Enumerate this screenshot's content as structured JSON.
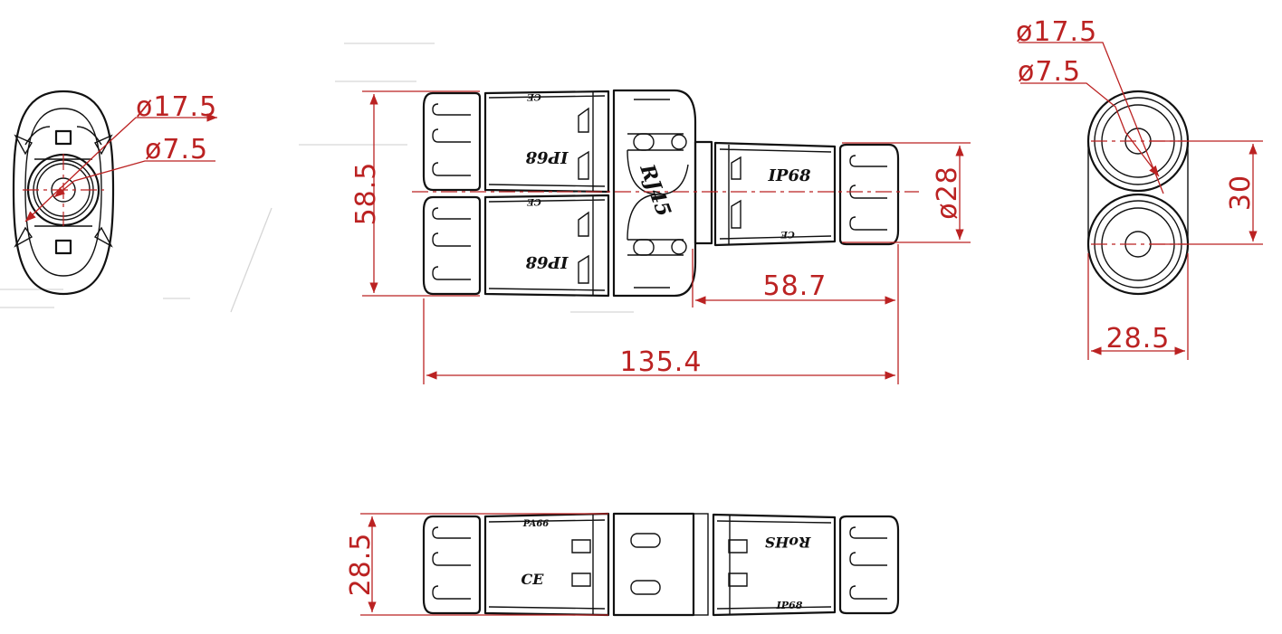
{
  "drawing": {
    "left_view": {
      "dia_outer": "ø17.5",
      "dia_inner": "ø7.5"
    },
    "right_view": {
      "dia_outer": "ø17.5",
      "dia_inner": "ø7.5",
      "pitch": "30",
      "width": "28.5"
    },
    "front_view": {
      "height": "58.5",
      "branch_dia": "ø28",
      "branch_length": "58.7",
      "overall_length": "135.4"
    },
    "bottom_view": {
      "height": "28.5"
    },
    "markings": {
      "ip_rating": "IP68",
      "connector_type": "RJ45",
      "ce": "CE",
      "rohs": "RoHS",
      "pa66": "PA66"
    },
    "colors": {
      "outline": "#111111",
      "dimension": "#bb2222",
      "ghost": "#d6d6d6"
    }
  }
}
